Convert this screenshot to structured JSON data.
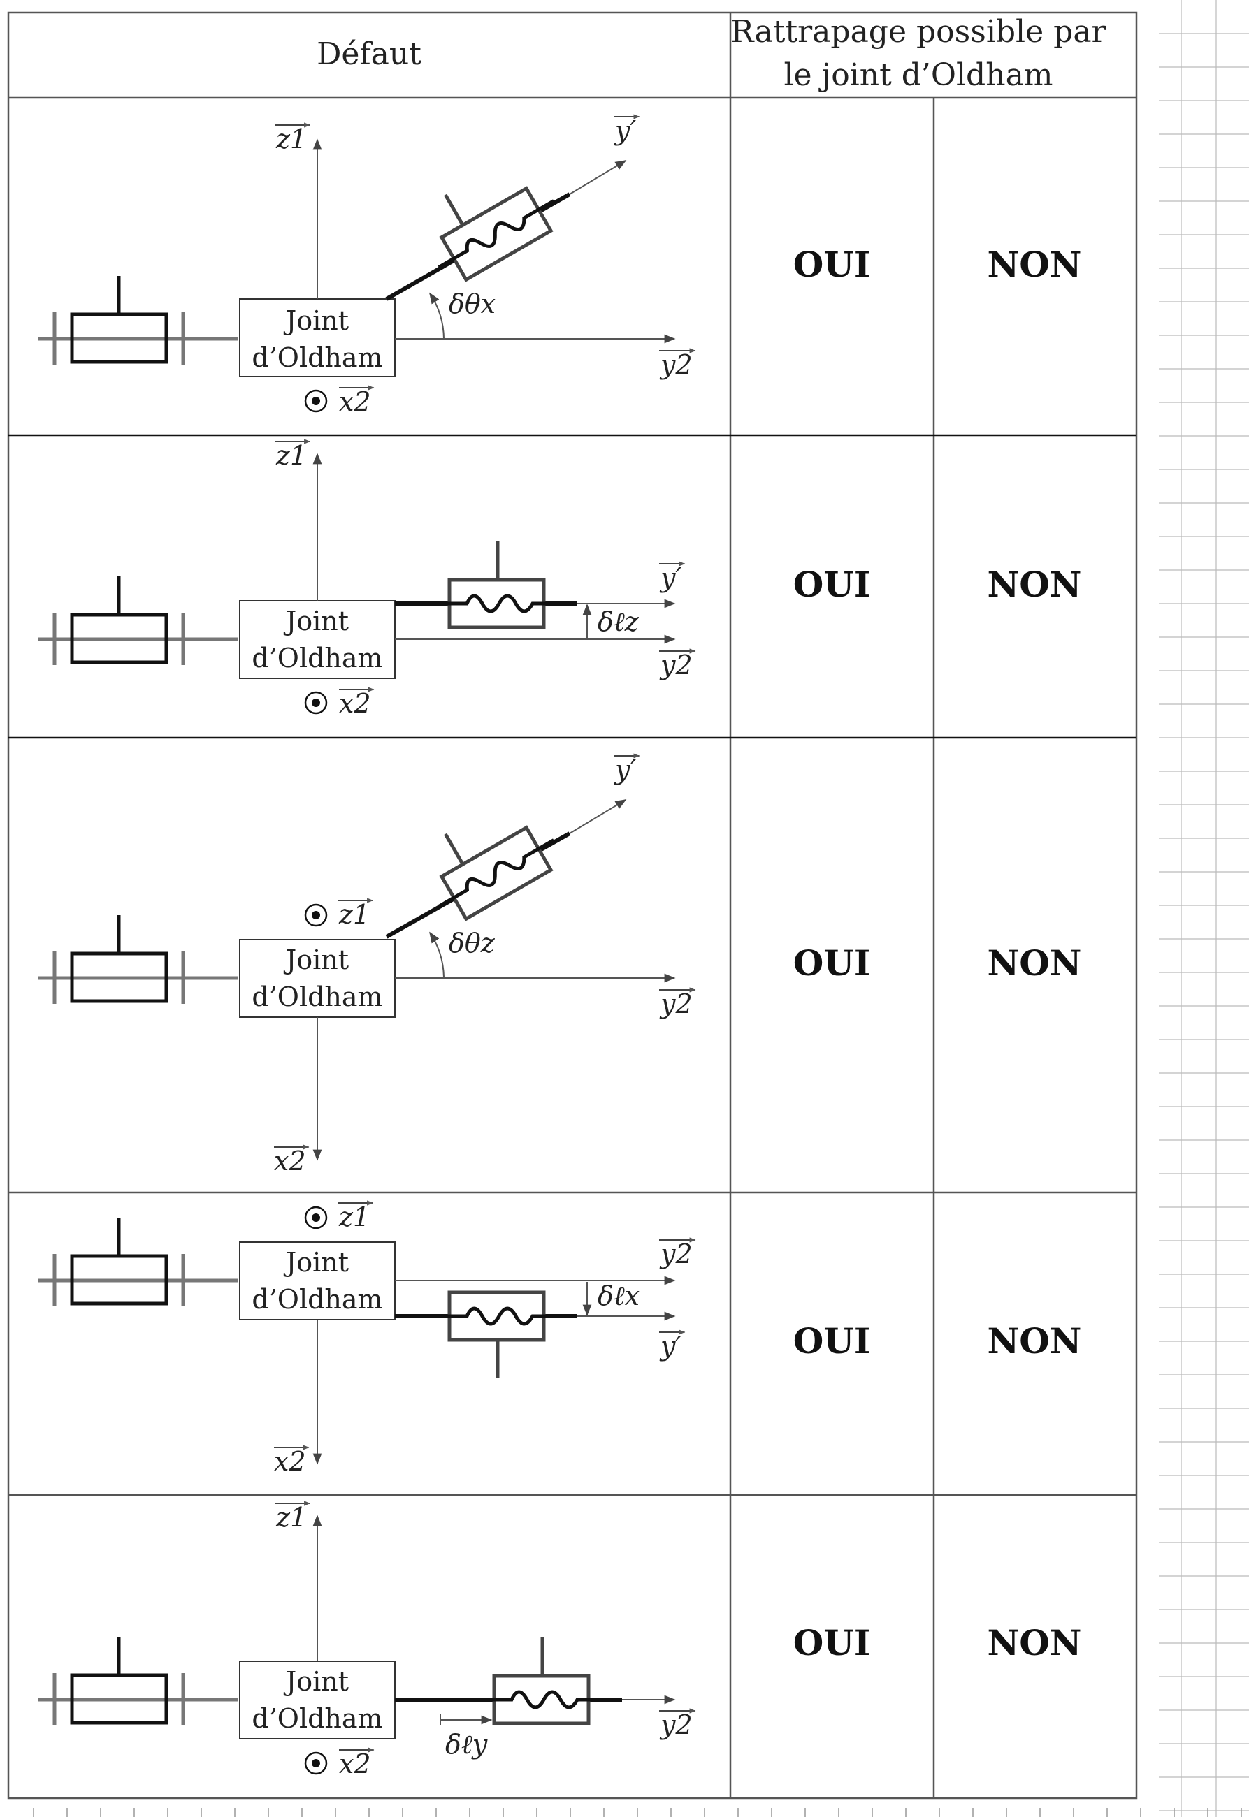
{
  "header": {
    "defaut": "Défaut",
    "rattrapage_line1": "Rattrapage possible par",
    "rattrapage_line2": "le joint d’Oldham"
  },
  "rows": [
    {
      "joint_l1": "Joint",
      "joint_l2": "d’Oldham",
      "defect": "δθx",
      "oui": "OUI",
      "non": "NON"
    },
    {
      "joint_l1": "Joint",
      "joint_l2": "d’Oldham",
      "defect": "δℓz",
      "oui": "OUI",
      "non": "NON"
    },
    {
      "joint_l1": "Joint",
      "joint_l2": "d’Oldham",
      "defect": "δθz",
      "oui": "OUI",
      "non": "NON"
    },
    {
      "joint_l1": "Joint",
      "joint_l2": "d’Oldham",
      "defect": "δℓx",
      "oui": "OUI",
      "non": "NON"
    },
    {
      "joint_l1": "Joint",
      "joint_l2": "d’Oldham",
      "defect": "δℓy",
      "oui": "OUI",
      "non": "NON"
    }
  ],
  "vectors": {
    "z1": "z1",
    "x2": "x2",
    "y2": "y2",
    "yprime": "y′"
  }
}
